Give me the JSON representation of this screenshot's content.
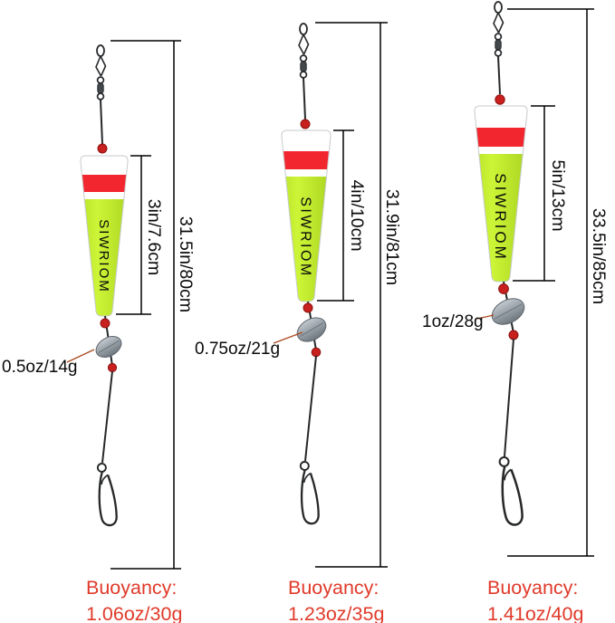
{
  "colors": {
    "background": "#ffffff",
    "float_green": "#c3ee2e",
    "stripe_red": "#f2262e",
    "band_white": "#ffffff",
    "bead_red": "#c8201e",
    "weight_gray": "#939ba3",
    "wire_black": "#26282a",
    "dimension_black": "#000000",
    "buoyancy_red": "#e03a2a",
    "leader_line_brown": "#aa4a22",
    "brand_text_dark": "#333f06"
  },
  "rigs": [
    {
      "brand": "SIWRIOM",
      "float_length": "3in/7.6cm",
      "total_length": "31.5in/80cm",
      "weight": "0.5oz/14g",
      "buoyancy_label": "Buoyancy:",
      "buoyancy_value": "1.06oz/30g"
    },
    {
      "brand": "SIWRIOM",
      "float_length": "4in/10cm",
      "total_length": "31.9in/81cm",
      "weight": "0.75oz/21g",
      "buoyancy_label": "Buoyancy:",
      "buoyancy_value": "1.23oz/35g"
    },
    {
      "brand": "SIWRIOM",
      "float_length": "5in/13cm",
      "total_length": "33.5in/85cm",
      "weight": "1oz/28g",
      "buoyancy_label": "Buoyancy:",
      "buoyancy_value": "1.41oz/40g"
    }
  ]
}
